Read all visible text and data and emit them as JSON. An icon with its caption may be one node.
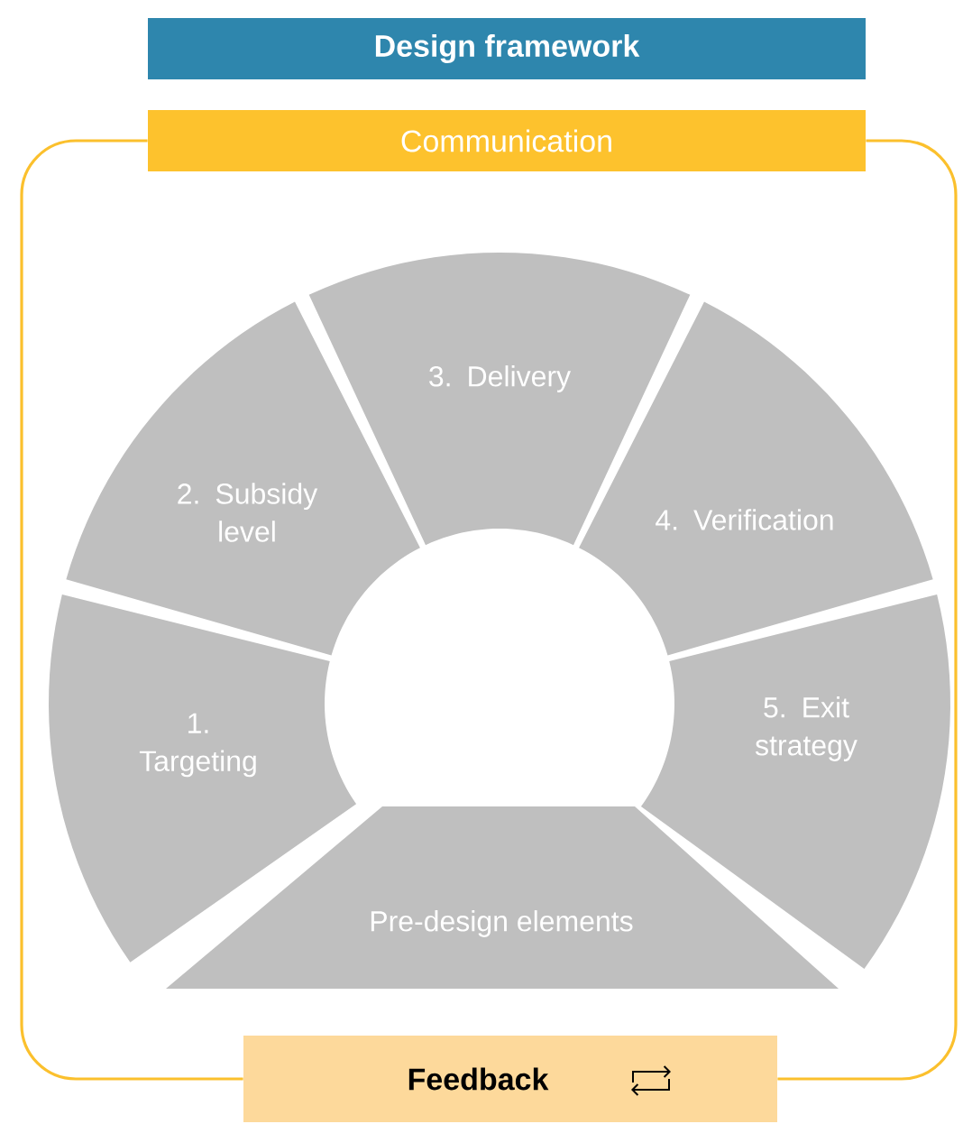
{
  "diagram": {
    "nodes": [
      {
        "text": [
          "Design framework"
        ]
      },
      {
        "text": [
          "Communication"
        ]
      },
      {
        "text": [
          "1. Targeting"
        ]
      },
      {
        "text": [
          "2. Subsidy level"
        ]
      },
      {
        "text": [
          "3. Delivery"
        ]
      },
      {
        "text": [
          "4. Verification"
        ]
      },
      {
        "text": [
          "5. Exit strategy"
        ]
      },
      {
        "text": [
          "Pre-design elements"
        ]
      },
      {
        "text": [
          "Feedback"
        ]
      }
    ],
    "edges": [
      {
        "from": 1,
        "to": 8,
        "arrow": "none"
      },
      {
        "from": 1,
        "to": 8,
        "arrow": "none"
      }
    ]
  }
}
